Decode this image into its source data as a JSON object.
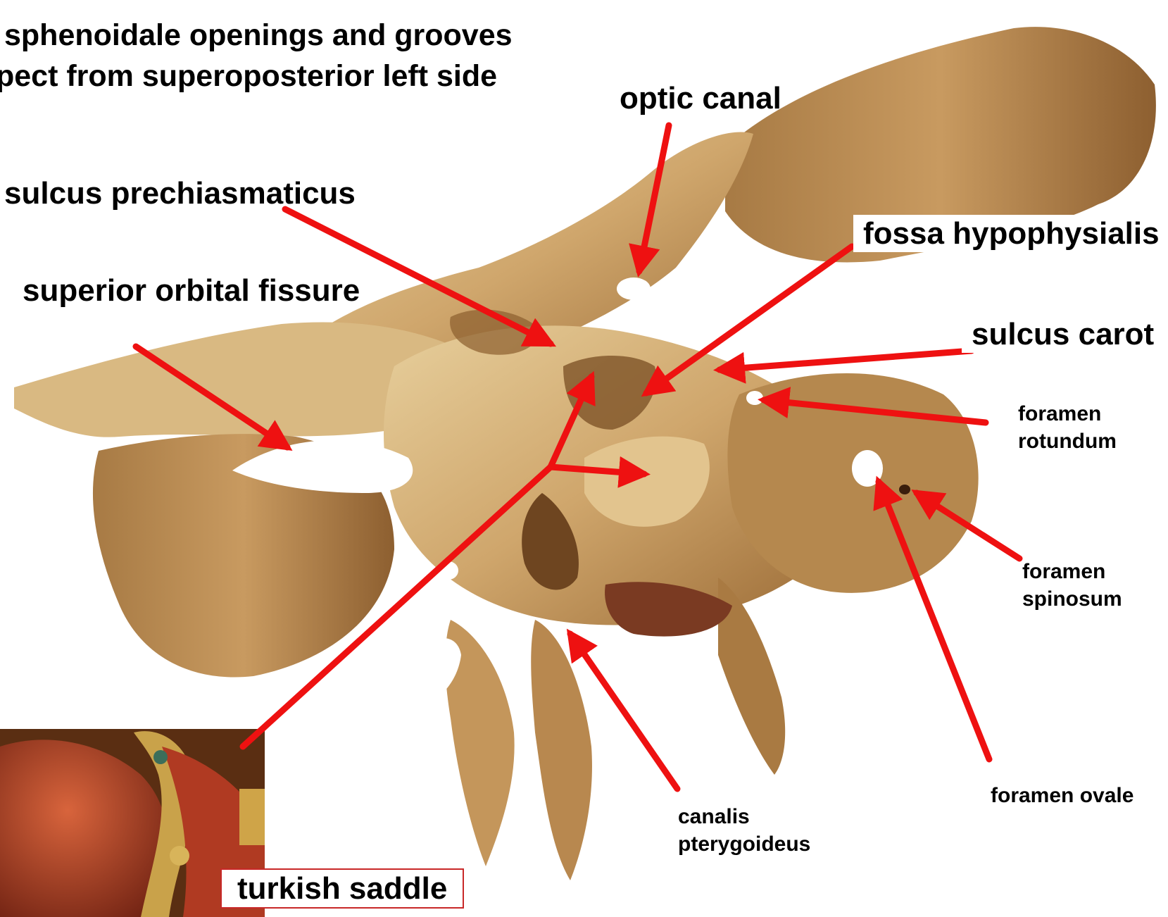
{
  "title": {
    "line1": "sphenoidale openings and grooves",
    "line2": "pect from superoposterior left side"
  },
  "labels": {
    "optic_canal": "optic canal",
    "sulcus_prechiasmaticus": "sulcus prechiasmaticus",
    "superior_orbital_fissure": "superior orbital fissure",
    "fossa_hypophysialis": "fossa hypophysialis",
    "sulcus_caroticus": "sulcus carot",
    "foramen_rotundum_1": "foramen",
    "foramen_rotundum_2": "rotundum",
    "foramen_spinosum_1": "foramen",
    "foramen_spinosum_2": "spinosum",
    "foramen_ovale": "foramen ovale",
    "canalis_pterygoideus_1": "canalis",
    "canalis_pterygoideus_2": "pterygoideus",
    "turkish_saddle": "turkish saddle"
  },
  "colors": {
    "arrow": "#ee1111",
    "bone": "#d2b07a",
    "bone_shadow": "#8a5a2a",
    "saddle": "#b8442a"
  }
}
